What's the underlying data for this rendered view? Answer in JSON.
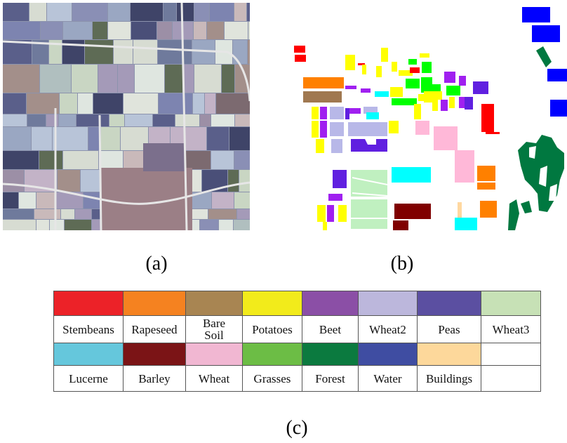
{
  "captions": {
    "a": "(a)",
    "b": "(b)",
    "c": "(c)"
  },
  "legend": {
    "rows": [
      [
        {
          "label": "Stembeans",
          "color": "#ec2228"
        },
        {
          "label": "Rapeseed",
          "color": "#f58220"
        },
        {
          "label": "Bare\nSoil",
          "color": "#a88552"
        },
        {
          "label": "Potatoes",
          "color": "#f2eb1b"
        },
        {
          "label": "Beet",
          "color": "#8b4fa6"
        },
        {
          "label": "Wheat2",
          "color": "#bcb7dc"
        },
        {
          "label": "Peas",
          "color": "#5b4fa1"
        },
        {
          "label": "Wheat3",
          "color": "#c7e1b6"
        }
      ],
      [
        {
          "label": "Lucerne",
          "color": "#65c7dc"
        },
        {
          "label": "Barley",
          "color": "#7b1416"
        },
        {
          "label": "Wheat",
          "color": "#f1b7d2"
        },
        {
          "label": "Grasses",
          "color": "#6cbd45"
        },
        {
          "label": "Forest",
          "color": "#0b7a3f"
        },
        {
          "label": "Water",
          "color": "#3f4da2"
        },
        {
          "label": "Buildings",
          "color": "#fdd89b"
        },
        {
          "label": "",
          "color": "#ffffff"
        }
      ]
    ]
  },
  "map_colors": {
    "red": "#ff0000",
    "orange": "#ff8000",
    "brown": "#a07850",
    "yellow": "#ffff00",
    "purple": "#a020f0",
    "lavender": "#b8b8e8",
    "violet": "#6020e0",
    "mint": "#c0f0c0",
    "cyan": "#00ffff",
    "maroon": "#800000",
    "pink": "#ffb8d8",
    "green": "#00ff00",
    "forest": "#007840",
    "blue": "#0000ff",
    "tan": "#ffd8a0"
  }
}
